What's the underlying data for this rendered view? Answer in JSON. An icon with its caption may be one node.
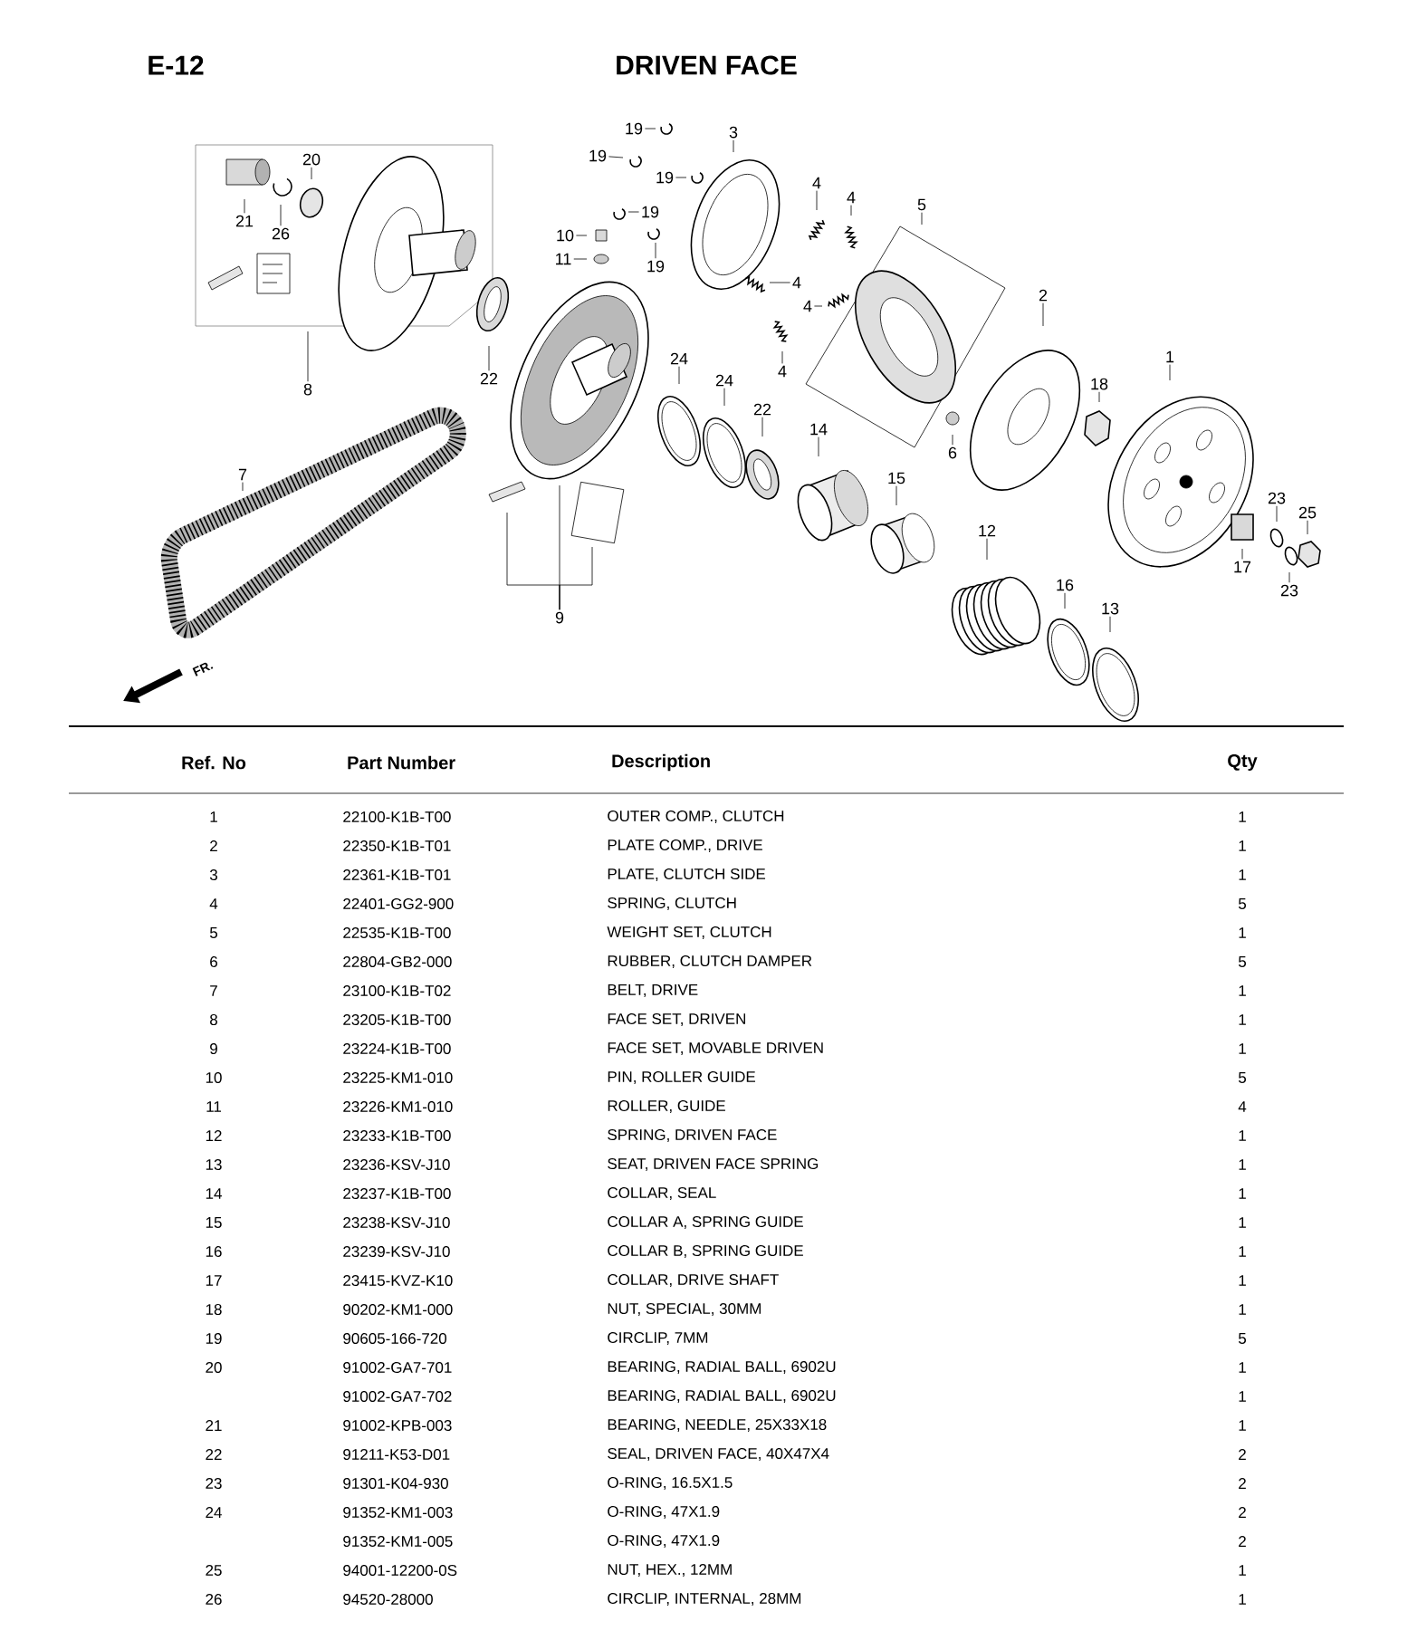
{
  "diagram": {
    "title": "DRIVEN FACE",
    "nodes": [
      {
        "text": [
          "19"
        ]
      },
      {
        "text": [
          "3"
        ]
      },
      {
        "text": [
          "19"
        ]
      },
      {
        "text": [
          "20"
        ]
      },
      {
        "text": [
          "19"
        ]
      },
      {
        "text": [
          "4"
        ]
      },
      {
        "text": [
          "4"
        ]
      },
      {
        "text": [
          "5"
        ]
      },
      {
        "text": [
          "19"
        ]
      },
      {
        "text": [
          "21"
        ]
      },
      {
        "text": [
          "26"
        ]
      },
      {
        "text": [
          "10"
        ]
      },
      {
        "text": [
          "19"
        ]
      },
      {
        "text": [
          "11"
        ]
      },
      {
        "text": [
          "4"
        ]
      },
      {
        "text": [
          "4"
        ]
      },
      {
        "text": [
          "2"
        ]
      },
      {
        "text": [
          "1"
        ]
      },
      {
        "text": [
          "4"
        ]
      },
      {
        "text": [
          "24"
        ]
      },
      {
        "text": [
          "8"
        ]
      },
      {
        "text": [
          "22"
        ]
      },
      {
        "text": [
          "24"
        ]
      },
      {
        "text": [
          "18"
        ]
      },
      {
        "text": [
          "22"
        ]
      },
      {
        "text": [
          "14"
        ]
      },
      {
        "text": [
          "6"
        ]
      },
      {
        "text": [
          "7"
        ]
      },
      {
        "text": [
          "15"
        ]
      },
      {
        "text": [
          "23"
        ]
      },
      {
        "text": [
          "25"
        ]
      },
      {
        "text": [
          "12"
        ]
      },
      {
        "text": [
          "17"
        ]
      },
      {
        "text": [
          "16"
        ]
      },
      {
        "text": [
          "23"
        ]
      },
      {
        "text": [
          "13"
        ]
      },
      {
        "text": [
          "9"
        ]
      }
    ],
    "edges": [
      {
        "from": 0,
        "to": null,
        "arrow": "none"
      },
      {
        "from": 1,
        "to": null,
        "arrow": "none"
      },
      {
        "from": 2,
        "to": null,
        "arrow": "none"
      },
      {
        "from": 3,
        "to": null,
        "arrow": "none"
      },
      {
        "from": 4,
        "to": null,
        "arrow": "none"
      },
      {
        "from": 5,
        "to": null,
        "arrow": "none"
      },
      {
        "from": 6,
        "to": null,
        "arrow": "none"
      },
      {
        "from": 7,
        "to": null,
        "arrow": "none"
      },
      {
        "from": 8,
        "to": null,
        "arrow": "none"
      },
      {
        "from": 9,
        "to": null,
        "arrow": "none"
      },
      {
        "from": 10,
        "to": null,
        "arrow": "none"
      },
      {
        "from": 11,
        "to": null,
        "arrow": "none"
      },
      {
        "from": 12,
        "to": null,
        "arrow": "none"
      },
      {
        "from": 13,
        "to": null,
        "arrow": "none"
      },
      {
        "from": 14,
        "to": null,
        "arrow": "none"
      },
      {
        "from": 15,
        "to": null,
        "arrow": "none"
      },
      {
        "from": 16,
        "to": null,
        "arrow": "none"
      },
      {
        "from": 17,
        "to": null,
        "arrow": "none"
      },
      {
        "from": 18,
        "to": null,
        "arrow": "none"
      },
      {
        "from": 19,
        "to": null,
        "arrow": "none"
      },
      {
        "from": 20,
        "to": null,
        "arrow": "none"
      },
      {
        "from": 21,
        "to": null,
        "arrow": "none"
      },
      {
        "from": 22,
        "to": null,
        "arrow": "none"
      },
      {
        "from": 23,
        "to": null,
        "arrow": "none"
      },
      {
        "from": 24,
        "to": null,
        "arrow": "none"
      },
      {
        "from": 25,
        "to": null,
        "arrow": "none"
      },
      {
        "from": 26,
        "to": null,
        "arrow": "none"
      },
      {
        "from": 27,
        "to": null,
        "arrow": "none"
      },
      {
        "from": 28,
        "to": null,
        "arrow": "none"
      },
      {
        "from": 29,
        "to": null,
        "arrow": "none"
      },
      {
        "from": 30,
        "to": null,
        "arrow": "none"
      },
      {
        "from": 31,
        "to": null,
        "arrow": "none"
      },
      {
        "from": 32,
        "to": null,
        "arrow": "none"
      },
      {
        "from": 33,
        "to": null,
        "arrow": "none"
      },
      {
        "from": 34,
        "to": null,
        "arrow": "none"
      },
      {
        "from": 35,
        "to": null,
        "arrow": "none"
      },
      {
        "from": 36,
        "to": null,
        "arrow": "none"
      },
      {
        "from": 36,
        "to": null,
        "arrow": "none"
      },
      {
        "from": 36,
        "to": null,
        "arrow": "none"
      }
    ],
    "labels": [
      "E-12",
      "FR.",
      "Ref. No",
      "Part Number",
      "Description",
      "Qty",
      "1",
      "22100-K1B-T00",
      "OUTER COMP., CLUTCH",
      "1",
      "2",
      "22350-K1B-T01",
      "PLATE COMP., DRIVE",
      "1",
      "3",
      "22361-K1B-T01",
      "PLATE, CLUTCH SIDE",
      "1",
      "4",
      "22401-GG2-900",
      "SPRING, CLUTCH",
      "5",
      "5",
      "22535-K1B-T00",
      "WEIGHT SET, CLUTCH",
      "1",
      "6",
      "22804-GB2-000",
      "RUBBER, CLUTCH DAMPER",
      "5",
      "7",
      "23100-K1B-T02",
      "BELT, DRIVE",
      "1",
      "8",
      "23205-K1B-T00",
      "FACE SET, DRIVEN",
      "1",
      "9",
      "23224-K1B-T00",
      "FACE SET, MOVABLE DRIVEN",
      "1",
      "10",
      "23225-KM1-010",
      "PIN, ROLLER GUIDE",
      "5",
      "11",
      "23226-KM1-010",
      "ROLLER, GUIDE",
      "4",
      "12",
      "23233-K1B-T00",
      "SPRING, DRIVEN FACE",
      "1",
      "13",
      "23236-KSV-J10",
      "SEAT, DRIVEN FACE SPRING",
      "1",
      "14",
      "23237-K1B-T00",
      "COLLAR, SEAL",
      "1",
      "15",
      "23238-KSV-J10",
      "COLLAR A, SPRING GUIDE",
      "1",
      "16",
      "23239-KSV-J10",
      "COLLAR B, SPRING GUIDE",
      "1",
      "17",
      "23415-KVZ-K10",
      "COLLAR, DRIVE SHAFT",
      "1",
      "18",
      "90202-KM1-000",
      "NUT, SPECIAL, 30MM",
      "1",
      "19",
      "90605-166-720",
      "CIRCLIP, 7MM",
      "5",
      "20",
      "91002-GA7-701",
      "BEARING, RADIAL BALL, 6902U",
      "1",
      "91002-GA7-702",
      "BEARING, RADIAL BALL, 6902U",
      "1",
      "21",
      "91002-KPB-003",
      "BEARING, NEEDLE, 25X33X18",
      "1",
      "22",
      "91211-K53-D01",
      "SEAL, DRIVEN FACE, 40X47X4",
      "2",
      "23",
      "91301-K04-930",
      "O-RING, 16.5X1.5",
      "2",
      "24",
      "91352-KM1-003",
      "O-RING, 47X1.9",
      "2",
      "91352-KM1-005",
      "O-RING, 47X1.9",
      "2",
      "25",
      "94001-12200-0S",
      "NUT, HEX., 12MM",
      "1",
      "26",
      "94520-28000",
      "CIRCLIP, INTERNAL, 28MM",
      "1"
    ]
  }
}
